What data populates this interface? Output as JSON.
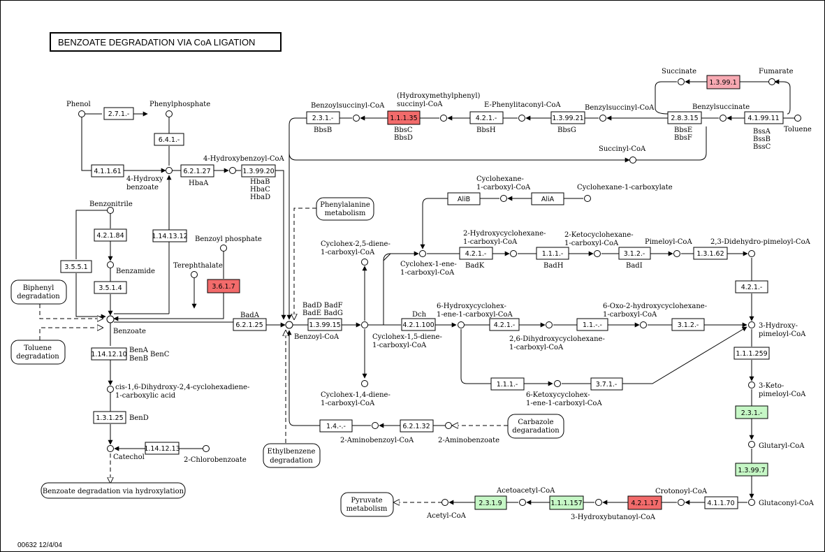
{
  "title": "BENZOATE DEGRADATION VIA CoA LIGATION",
  "footer": "00632   12/4/04",
  "colors": {
    "highlight_red": "#f26b6b",
    "highlight_pink": "#f7a9b2",
    "highlight_green": "#c6f7c6"
  },
  "enzymes": {
    "e1": "2.7.1.-",
    "e2": "6.4.1.-",
    "e3": "4.1.1.61",
    "e4": "6.2.1.27",
    "e5": "1.3.99.20",
    "e6": "1.14.13.12",
    "e7": "4.2.1.84",
    "e8": "3.5.5.1",
    "e9": "3.5.1.4",
    "e10": "3.6.1.7",
    "e11": "6.2.1.25",
    "e12": "1.14.12.10",
    "e13": "1.3.1.25",
    "e14": "1.14.12.13",
    "e15": "1.3.99.15",
    "e16": "4.2.1.100",
    "e17": "AliB",
    "e18": "AliA",
    "e19": "4.2.1.-",
    "e20": "1.1.1.-",
    "e21": "3.1.2.-",
    "e22": "1.3.1.62",
    "e23": "4.2.1.-",
    "e24": "4.2.1.-",
    "e25": "1.1.-.-",
    "e26": "3.1.2.-",
    "e27": "1.1.1.-",
    "e28": "3.7.1.-",
    "e29": "1.1.1.259",
    "e30": "2.3.1.-",
    "e31": "1.3.99.7",
    "e32": "4.1.1.70",
    "e33": "4.2.1.17",
    "e34": "1.1.1.157",
    "e35": "2.3.1.9",
    "e36": "6.2.1.32",
    "e37": "1.4.-.-",
    "e38": "2.3.1.-",
    "e39": "1.1.1.35",
    "e40": "4.2.1.-",
    "e41": "1.3.99.21",
    "e42": "2.8.3.15",
    "e43": "4.1.99.11",
    "e44": "1.3.99.1"
  },
  "labels": {
    "phenol": "Phenol",
    "phenylphosphate": "Phenylphosphate",
    "hydroxybenzoylcoa": "4-Hydroxybenzoyl-CoA",
    "hb1": "4-Hydroxy",
    "hb2": "benzoate",
    "hbaA": "HbaA",
    "hbaB": "HbaB",
    "hbaC": "HbaC",
    "hbaD": "HbaD",
    "benzonitrile": "Benzonitrile",
    "benzoylphosphate": "Benzoyl phosphate",
    "benzamide": "Benzamide",
    "terephthalate": "Terephthalate",
    "badA": "BadA",
    "benzoate": "Benzoate",
    "benA": "BenA",
    "benB": "BenB",
    "benC": "BenC",
    "cis1": "cis-1,6-Dihydroxy-2,4-cyclohexadiene-",
    "cis2": "1-carboxylic acid",
    "benD": "BenD",
    "catechol": "Catechol",
    "chlorobenzoate": "2-Chlorobenzoate",
    "benzoylcoa": "Benzoyl-CoA",
    "badDF": "BadD  BadF",
    "badEG": "BadE  BadG",
    "cyc25a": "Cyclohex-2,5-diene-",
    "cyc25b": "1-carboxyl-CoA",
    "cyc15a": "Cyclohex-1,5-diene-",
    "cyc15b": "1-carboxyl-CoA",
    "cyc14a": "Cyclohex-1,4-diene-",
    "cyc14b": "1-carboxyl-CoA",
    "cyc1ea": "Cyclohex-1-ene-",
    "cyc1eb": "1-carboxyl-CoA",
    "dch": "Dch",
    "chc1": "Cyclohexane-",
    "chc2": "1-carboxyl-CoA",
    "chcarbox": "Cyclohexane-1-carboxylate",
    "hch1": "2-Hydroxycyclohexane-",
    "hch2": "1-carboxyl-CoA",
    "kch1": "2-Ketocyclohexane-",
    "kch2": "1-carboxyl-CoA",
    "pimeloyl": "Pimeloyl-CoA",
    "didehydro": "2,3-Didehydro-pimeloyl-CoA",
    "badK": "BadK",
    "badH": "BadH",
    "badI": "BadI",
    "hyc1": "6-Hydroxycyclohex-",
    "hyc2": "1-ene-1-carboxyl-CoA",
    "oxo1": "6-Oxo-2-hydroxycyclohexane-",
    "oxo2": "1-carboxyl-CoA",
    "didh1": "2,6-Dihydroxycyclohexane-",
    "didh2": "1-carboxyl-CoA",
    "kcy1": "6-Ketoxycyclohex-",
    "kcy2": "1-ene-1-carboxyl-CoA",
    "hpim1": "3-Hydroxy-",
    "hpim2": "pimeloyl-CoA",
    "keto1": "3-Keto-",
    "keto2": "pimeloyl-CoA",
    "glutaryl": "Glutaryl-CoA",
    "glutaconyl": "Glutaconyl-CoA",
    "crotonoyl": "Crotonoyl-CoA",
    "hbut": "3-Hydroxybutanoyl-CoA",
    "acetoacetyl": "Acetoacetyl-CoA",
    "acetyl": "Acetyl-CoA",
    "abzcoa": "2-Aminobenzoyl-CoA",
    "abz": "2-Aminobenzoate",
    "bzsuc": "Benzoylsuccinyl-CoA",
    "bbsB": "BbsB",
    "hmp1": "(Hydroxymethylphenyl)",
    "hmp2": "succinyl-CoA",
    "bbsC": "BbsC",
    "bbsD": "BbsD",
    "ephen": "E-Phenylitaconyl-CoA",
    "bbsH": "BbsH",
    "bbsG": "BbsG",
    "bzscoa": "Benzylsuccinyl-CoA",
    "bzsucc": "Benzylsuccinate",
    "bbsE": "BbsE",
    "bbsF": "BbsF",
    "bssA": "BssA",
    "bssB": "BssB",
    "bssC": "BssC",
    "toluene": "Toluene",
    "succcoa": "Succinyl-CoA",
    "succinate": "Succinate",
    "fumarate": "Fumarate"
  },
  "maps": {
    "phe1": "Phenylalanine",
    "phe2": "metabolism",
    "bip1": "Biphenyl",
    "bip2": "degradation",
    "tol1": "Toluene",
    "tol2": "degradation",
    "hydrox": "Benzoate degradation via hydroxylation",
    "eth1": "Ethylbenzene",
    "eth2": "degradation",
    "carb1": "Carbazole",
    "carb2": "degaradation",
    "pyr1": "Pyruvate",
    "pyr2": "metabolism"
  }
}
